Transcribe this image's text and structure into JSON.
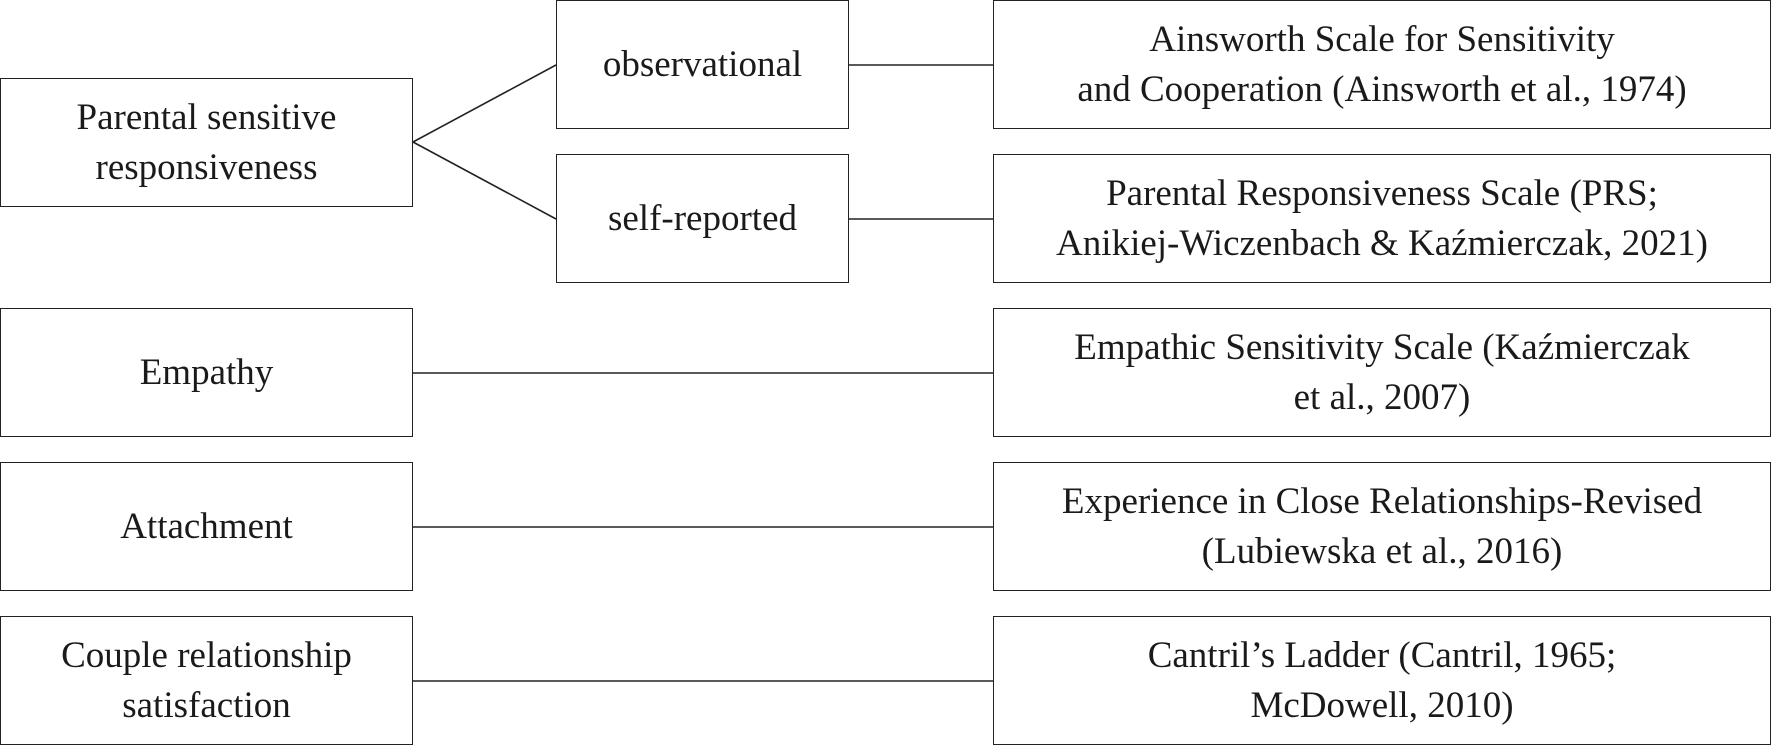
{
  "concepts": {
    "parental": [
      "Parental sensitive",
      "responsiveness"
    ],
    "empathy": [
      "Empathy"
    ],
    "attachment": [
      "Attachment"
    ],
    "couple": [
      "Couple relationship",
      "satisfaction"
    ]
  },
  "methods": {
    "observational": "observational",
    "self_reported": "self-reported"
  },
  "measures": {
    "ainsworth": [
      "Ainsworth Scale for Sensitivity",
      "and Cooperation (Ainsworth et al., 1974)"
    ],
    "prs": [
      "Parental Responsiveness Scale (PRS;",
      "Anikiej-Wiczenbach & Kaźmierczak, 2021)"
    ],
    "empathic": [
      "Empathic Sensitivity Scale (Kaźmierczak",
      "et al., 2007)"
    ],
    "ecr": [
      "Experience in Close Relationships-Revised",
      "(Lubiewska et al., 2016)"
    ],
    "cantril": [
      "Cantril’s Ladder (Cantril, 1965;",
      "McDowell, 2010)"
    ]
  }
}
